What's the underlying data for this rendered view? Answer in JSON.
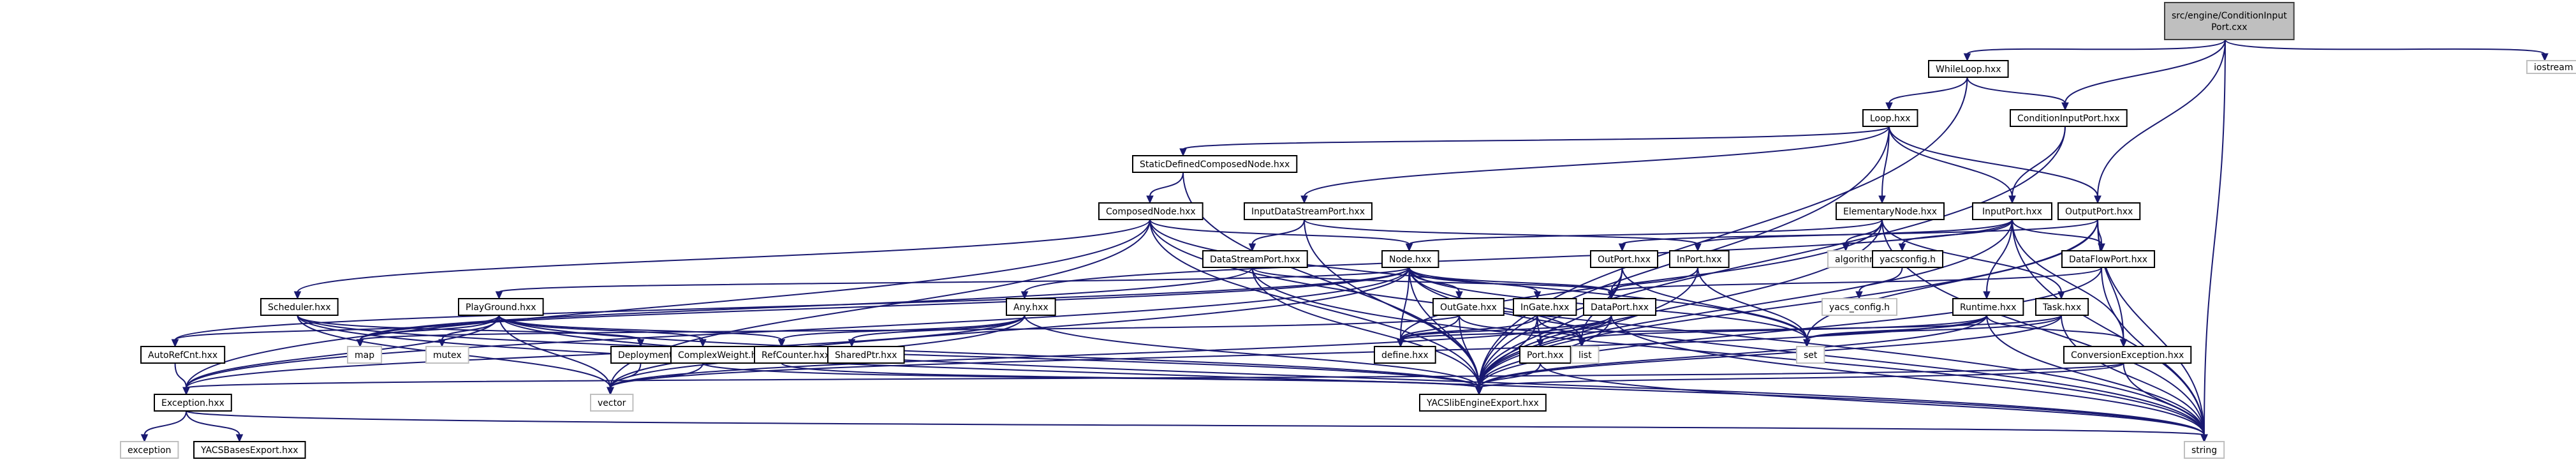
{
  "title": "src/engine/ConditionInputPort.cxx include dependency graph",
  "colors": {
    "edge": "#191970",
    "root_fill": "#bfbfbf",
    "node_border": "#000000",
    "system_border": "#bfbfbf"
  },
  "nodes": [
    {
      "id": "root",
      "label": [
        "src/engine/ConditionInput",
        "Port.cxx"
      ],
      "kind": "root"
    },
    {
      "id": "iostream",
      "label": [
        "iostream"
      ],
      "kind": "system"
    },
    {
      "id": "WhileLoop",
      "label": [
        "WhileLoop.hxx"
      ],
      "kind": "local"
    },
    {
      "id": "Loop",
      "label": [
        "Loop.hxx"
      ],
      "kind": "local"
    },
    {
      "id": "ConditionInputPort",
      "label": [
        "ConditionInputPort.hxx"
      ],
      "kind": "local"
    },
    {
      "id": "StaticDefinedComposedNode",
      "label": [
        "StaticDefinedComposedNode.hxx"
      ],
      "kind": "local"
    },
    {
      "id": "ComposedNode",
      "label": [
        "ComposedNode.hxx"
      ],
      "kind": "local"
    },
    {
      "id": "InputDataStreamPort",
      "label": [
        "InputDataStreamPort.hxx"
      ],
      "kind": "local"
    },
    {
      "id": "ElementaryNode",
      "label": [
        "ElementaryNode.hxx"
      ],
      "kind": "local"
    },
    {
      "id": "InputPort",
      "label": [
        "InputPort.hxx"
      ],
      "kind": "local"
    },
    {
      "id": "OutputPort",
      "label": [
        "OutputPort.hxx"
      ],
      "kind": "local"
    },
    {
      "id": "DataStreamPort",
      "label": [
        "DataStreamPort.hxx"
      ],
      "kind": "local"
    },
    {
      "id": "Node",
      "label": [
        "Node.hxx"
      ],
      "kind": "local"
    },
    {
      "id": "OutPort",
      "label": [
        "OutPort.hxx"
      ],
      "kind": "local"
    },
    {
      "id": "InPort",
      "label": [
        "InPort.hxx"
      ],
      "kind": "local"
    },
    {
      "id": "algorithm",
      "label": [
        "algorithm"
      ],
      "kind": "system"
    },
    {
      "id": "yacsconfig",
      "label": [
        "yacsconfig.h"
      ],
      "kind": "local"
    },
    {
      "id": "DataFlowPort",
      "label": [
        "DataFlowPort.hxx"
      ],
      "kind": "local"
    },
    {
      "id": "yacs_config",
      "label": [
        "yacs_config.h"
      ],
      "kind": "system"
    },
    {
      "id": "Scheduler",
      "label": [
        "Scheduler.hxx"
      ],
      "kind": "local"
    },
    {
      "id": "PlayGround",
      "label": [
        "PlayGround.hxx"
      ],
      "kind": "local"
    },
    {
      "id": "Any",
      "label": [
        "Any.hxx"
      ],
      "kind": "local"
    },
    {
      "id": "OutGate",
      "label": [
        "OutGate.hxx"
      ],
      "kind": "local"
    },
    {
      "id": "InGate",
      "label": [
        "InGate.hxx"
      ],
      "kind": "local"
    },
    {
      "id": "DataPort",
      "label": [
        "DataPort.hxx"
      ],
      "kind": "local"
    },
    {
      "id": "Runtime",
      "label": [
        "Runtime.hxx"
      ],
      "kind": "local"
    },
    {
      "id": "Task",
      "label": [
        "Task.hxx"
      ],
      "kind": "local"
    },
    {
      "id": "AutoRefCnt",
      "label": [
        "AutoRefCnt.hxx"
      ],
      "kind": "local"
    },
    {
      "id": "map",
      "label": [
        "map"
      ],
      "kind": "system"
    },
    {
      "id": "mutex",
      "label": [
        "mutex"
      ],
      "kind": "system"
    },
    {
      "id": "DeploymentTree",
      "label": [
        "DeploymentTree.hxx"
      ],
      "kind": "local"
    },
    {
      "id": "ComplexWeight",
      "label": [
        "ComplexWeight.hxx"
      ],
      "kind": "local"
    },
    {
      "id": "RefCounter",
      "label": [
        "RefCounter.hxx"
      ],
      "kind": "local"
    },
    {
      "id": "SharedPtr",
      "label": [
        "SharedPtr.hxx"
      ],
      "kind": "local"
    },
    {
      "id": "define",
      "label": [
        "define.hxx"
      ],
      "kind": "local"
    },
    {
      "id": "Port",
      "label": [
        "Port.hxx"
      ],
      "kind": "local"
    },
    {
      "id": "list",
      "label": [
        "list"
      ],
      "kind": "system"
    },
    {
      "id": "set",
      "label": [
        "set"
      ],
      "kind": "system"
    },
    {
      "id": "ConversionException",
      "label": [
        "ConversionException.hxx"
      ],
      "kind": "local"
    },
    {
      "id": "Exception",
      "label": [
        "Exception.hxx"
      ],
      "kind": "local"
    },
    {
      "id": "vector",
      "label": [
        "vector"
      ],
      "kind": "system"
    },
    {
      "id": "YACSlibEngineExport",
      "label": [
        "YACSlibEngineExport.hxx"
      ],
      "kind": "local"
    },
    {
      "id": "exception",
      "label": [
        "exception"
      ],
      "kind": "system"
    },
    {
      "id": "YACSBasesExport",
      "label": [
        "YACSBasesExport.hxx"
      ],
      "kind": "local"
    },
    {
      "id": "string",
      "label": [
        "string"
      ],
      "kind": "system"
    }
  ],
  "edges": [
    [
      "root",
      "WhileLoop"
    ],
    [
      "root",
      "ConditionInputPort"
    ],
    [
      "root",
      "OutputPort"
    ],
    [
      "root",
      "iostream"
    ],
    [
      "root",
      "string"
    ],
    [
      "WhileLoop",
      "Loop"
    ],
    [
      "WhileLoop",
      "ConditionInputPort"
    ],
    [
      "WhileLoop",
      "YACSlibEngineExport"
    ],
    [
      "ConditionInputPort",
      "InputPort"
    ],
    [
      "ConditionInputPort",
      "YACSlibEngineExport"
    ],
    [
      "Loop",
      "StaticDefinedComposedNode"
    ],
    [
      "Loop",
      "InputDataStreamPort"
    ],
    [
      "Loop",
      "ElementaryNode"
    ],
    [
      "Loop",
      "InputPort"
    ],
    [
      "Loop",
      "OutputPort"
    ],
    [
      "Loop",
      "YACSlibEngineExport"
    ],
    [
      "StaticDefinedComposedNode",
      "ComposedNode"
    ],
    [
      "StaticDefinedComposedNode",
      "YACSlibEngineExport"
    ],
    [
      "ComposedNode",
      "Node"
    ],
    [
      "ComposedNode",
      "Scheduler"
    ],
    [
      "ComposedNode",
      "YACSlibEngineExport"
    ],
    [
      "ComposedNode",
      "set"
    ],
    [
      "ComposedNode",
      "string"
    ],
    [
      "ComposedNode",
      "vector"
    ],
    [
      "ComposedNode",
      "Exception"
    ],
    [
      "InputDataStreamPort",
      "DataStreamPort"
    ],
    [
      "InputDataStreamPort",
      "InPort"
    ],
    [
      "InputDataStreamPort",
      "YACSlibEngineExport"
    ],
    [
      "ElementaryNode",
      "Node"
    ],
    [
      "ElementaryNode",
      "Task"
    ],
    [
      "ElementaryNode",
      "define"
    ],
    [
      "ElementaryNode",
      "algorithm"
    ],
    [
      "ElementaryNode",
      "YACSlibEngineExport"
    ],
    [
      "ElementaryNode",
      "string"
    ],
    [
      "InputPort",
      "InPort"
    ],
    [
      "InputPort",
      "DataFlowPort"
    ],
    [
      "InputPort",
      "ConversionException"
    ],
    [
      "InputPort",
      "Runtime"
    ],
    [
      "InputPort",
      "yacsconfig"
    ],
    [
      "InputPort",
      "YACSlibEngineExport"
    ],
    [
      "InputPort",
      "string"
    ],
    [
      "InputPort",
      "Any"
    ],
    [
      "OutputPort",
      "OutPort"
    ],
    [
      "OutputPort",
      "DataFlowPort"
    ],
    [
      "OutputPort",
      "ConversionException"
    ],
    [
      "OutputPort",
      "set"
    ],
    [
      "OutputPort",
      "string"
    ],
    [
      "OutputPort",
      "YACSlibEngineExport"
    ],
    [
      "yacsconfig",
      "yacs_config"
    ],
    [
      "DataFlowPort",
      "DataPort"
    ],
    [
      "DataFlowPort",
      "YACSlibEngineExport"
    ],
    [
      "DataFlowPort",
      "string"
    ],
    [
      "DataStreamPort",
      "DataPort"
    ],
    [
      "DataStreamPort",
      "YACSlibEngineExport"
    ],
    [
      "DataStreamPort",
      "string"
    ],
    [
      "DataStreamPort",
      "map"
    ],
    [
      "Node",
      "OutGate"
    ],
    [
      "Node",
      "InGate"
    ],
    [
      "Node",
      "DataPort"
    ],
    [
      "Node",
      "PlayGround"
    ],
    [
      "Node",
      "AutoRefCnt"
    ],
    [
      "Node",
      "Exception"
    ],
    [
      "Node",
      "define"
    ],
    [
      "Node",
      "set"
    ],
    [
      "Node",
      "list"
    ],
    [
      "Node",
      "map"
    ],
    [
      "Node",
      "string"
    ],
    [
      "Node",
      "vector"
    ],
    [
      "Node",
      "YACSlibEngineExport"
    ],
    [
      "OutPort",
      "DataPort"
    ],
    [
      "OutPort",
      "set"
    ],
    [
      "OutPort",
      "YACSlibEngineExport"
    ],
    [
      "OutPort",
      "list"
    ],
    [
      "InPort",
      "DataPort"
    ],
    [
      "InPort",
      "set"
    ],
    [
      "InPort",
      "YACSlibEngineExport"
    ],
    [
      "Scheduler",
      "YACSlibEngineExport"
    ],
    [
      "Scheduler",
      "DeploymentTree"
    ],
    [
      "Scheduler",
      "string"
    ],
    [
      "Scheduler",
      "vector"
    ],
    [
      "PlayGround",
      "RefCounter"
    ],
    [
      "PlayGround",
      "ComplexWeight"
    ],
    [
      "PlayGround",
      "AutoRefCnt"
    ],
    [
      "PlayGround",
      "map"
    ],
    [
      "PlayGround",
      "mutex"
    ],
    [
      "PlayGround",
      "vector"
    ],
    [
      "PlayGround",
      "string"
    ],
    [
      "PlayGround",
      "YACSlibEngineExport"
    ],
    [
      "PlayGround",
      "Exception"
    ],
    [
      "Any",
      "RefCounter"
    ],
    [
      "Any",
      "SharedPtr"
    ],
    [
      "Any",
      "Exception"
    ],
    [
      "Any",
      "YACSlibEngineExport"
    ],
    [
      "Any",
      "vector"
    ],
    [
      "OutGate",
      "define"
    ],
    [
      "OutGate",
      "list"
    ],
    [
      "OutGate",
      "YACSlibEngineExport"
    ],
    [
      "OutGate",
      "map"
    ],
    [
      "InGate",
      "define"
    ],
    [
      "InGate",
      "Port"
    ],
    [
      "InGate",
      "list"
    ],
    [
      "InGate",
      "YACSlibEngineExport"
    ],
    [
      "DataPort",
      "Port"
    ],
    [
      "DataPort",
      "define"
    ],
    [
      "DataPort",
      "YACSlibEngineExport"
    ],
    [
      "DataPort",
      "string"
    ],
    [
      "DataPort",
      "vector"
    ],
    [
      "Runtime",
      "ConversionException"
    ],
    [
      "Runtime",
      "set"
    ],
    [
      "Runtime",
      "YACSlibEngineExport"
    ],
    [
      "Runtime",
      "list"
    ],
    [
      "Runtime",
      "vector"
    ],
    [
      "Runtime",
      "string"
    ],
    [
      "Task",
      "define"
    ],
    [
      "Task",
      "YACSlibEngineExport"
    ],
    [
      "Task",
      "string"
    ],
    [
      "Task",
      "set"
    ],
    [
      "AutoRefCnt",
      "Exception"
    ],
    [
      "DeploymentTree",
      "vector"
    ],
    [
      "ComplexWeight",
      "YACSlibEngineExport"
    ],
    [
      "ComplexWeight",
      "vector"
    ],
    [
      "RefCounter",
      "YACSlibEngineExport"
    ],
    [
      "Port",
      "YACSlibEngineExport"
    ],
    [
      "Port",
      "string"
    ],
    [
      "ConversionException",
      "YACSlibEngineExport"
    ],
    [
      "ConversionException",
      "string"
    ],
    [
      "ConversionException",
      "Exception"
    ],
    [
      "Exception",
      "exception"
    ],
    [
      "Exception",
      "YACSBasesExport"
    ],
    [
      "Exception",
      "string"
    ]
  ]
}
